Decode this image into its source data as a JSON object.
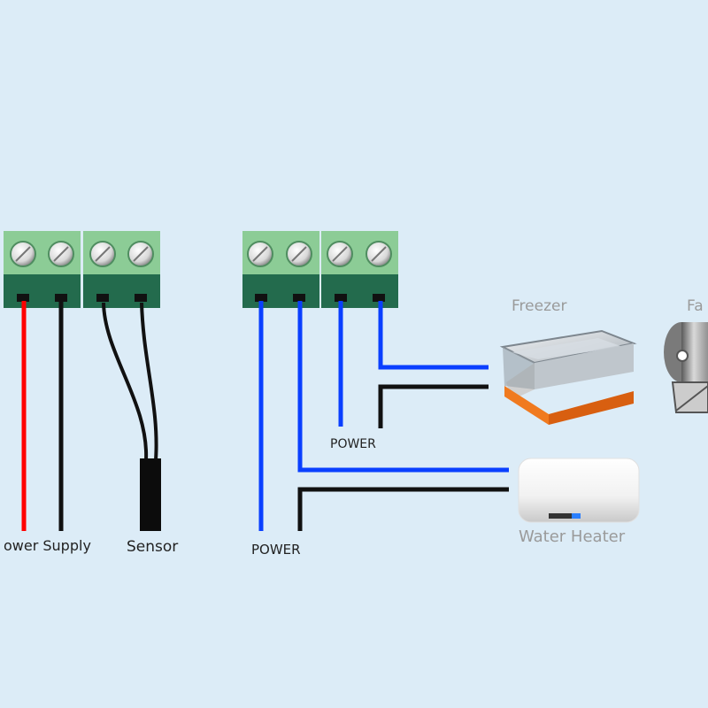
{
  "labels": {
    "power_supply": "ower Supply",
    "sensor": "Sensor",
    "power_left": "POWER",
    "power_upper": "POWER",
    "freezer": "Freezer",
    "fan": "Fa",
    "water_heater": "Water Heater"
  },
  "colors": {
    "background": "#dcecf7",
    "terminal_top": "#8ccc96",
    "terminal_base": "#236b4d",
    "wire_red": "#ff0000",
    "wire_black": "#111111",
    "wire_blue": "#0a3fff",
    "label_dark": "#222222",
    "label_light": "#9a9a9a"
  },
  "icons": [
    "screw-terminal-block",
    "freezer-icon",
    "fan-heater-icon",
    "water-heater-icon"
  ]
}
